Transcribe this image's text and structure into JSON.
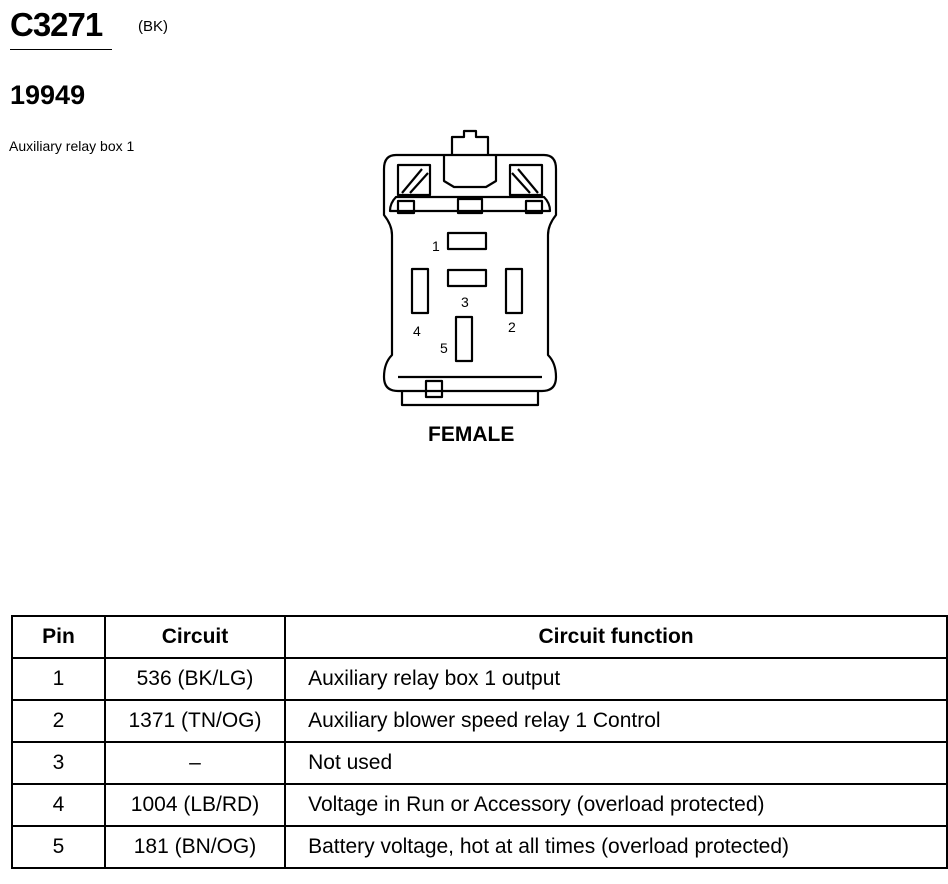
{
  "connector": {
    "id": "C3271",
    "color_code": "(BK)",
    "part_number": "19949",
    "description": "Auxiliary relay box 1",
    "gender": "FEMALE",
    "cavity_labels": [
      "1",
      "2",
      "3",
      "4",
      "5"
    ]
  },
  "table": {
    "headers": {
      "pin": "Pin",
      "circuit": "Circuit",
      "function": "Circuit function"
    },
    "rows": [
      {
        "pin": "1",
        "circuit": "536 (BK/LG)",
        "function": "Auxiliary relay box 1 output"
      },
      {
        "pin": "2",
        "circuit": "1371 (TN/OG)",
        "function": "Auxiliary blower speed relay 1 Control"
      },
      {
        "pin": "3",
        "circuit": "–",
        "function": "Not used"
      },
      {
        "pin": "4",
        "circuit": "1004 (LB/RD)",
        "function": "Voltage in Run or Accessory (overload protected)"
      },
      {
        "pin": "5",
        "circuit": "181 (BN/OG)",
        "function": "Battery voltage, hot at all times (overload protected)"
      }
    ]
  }
}
